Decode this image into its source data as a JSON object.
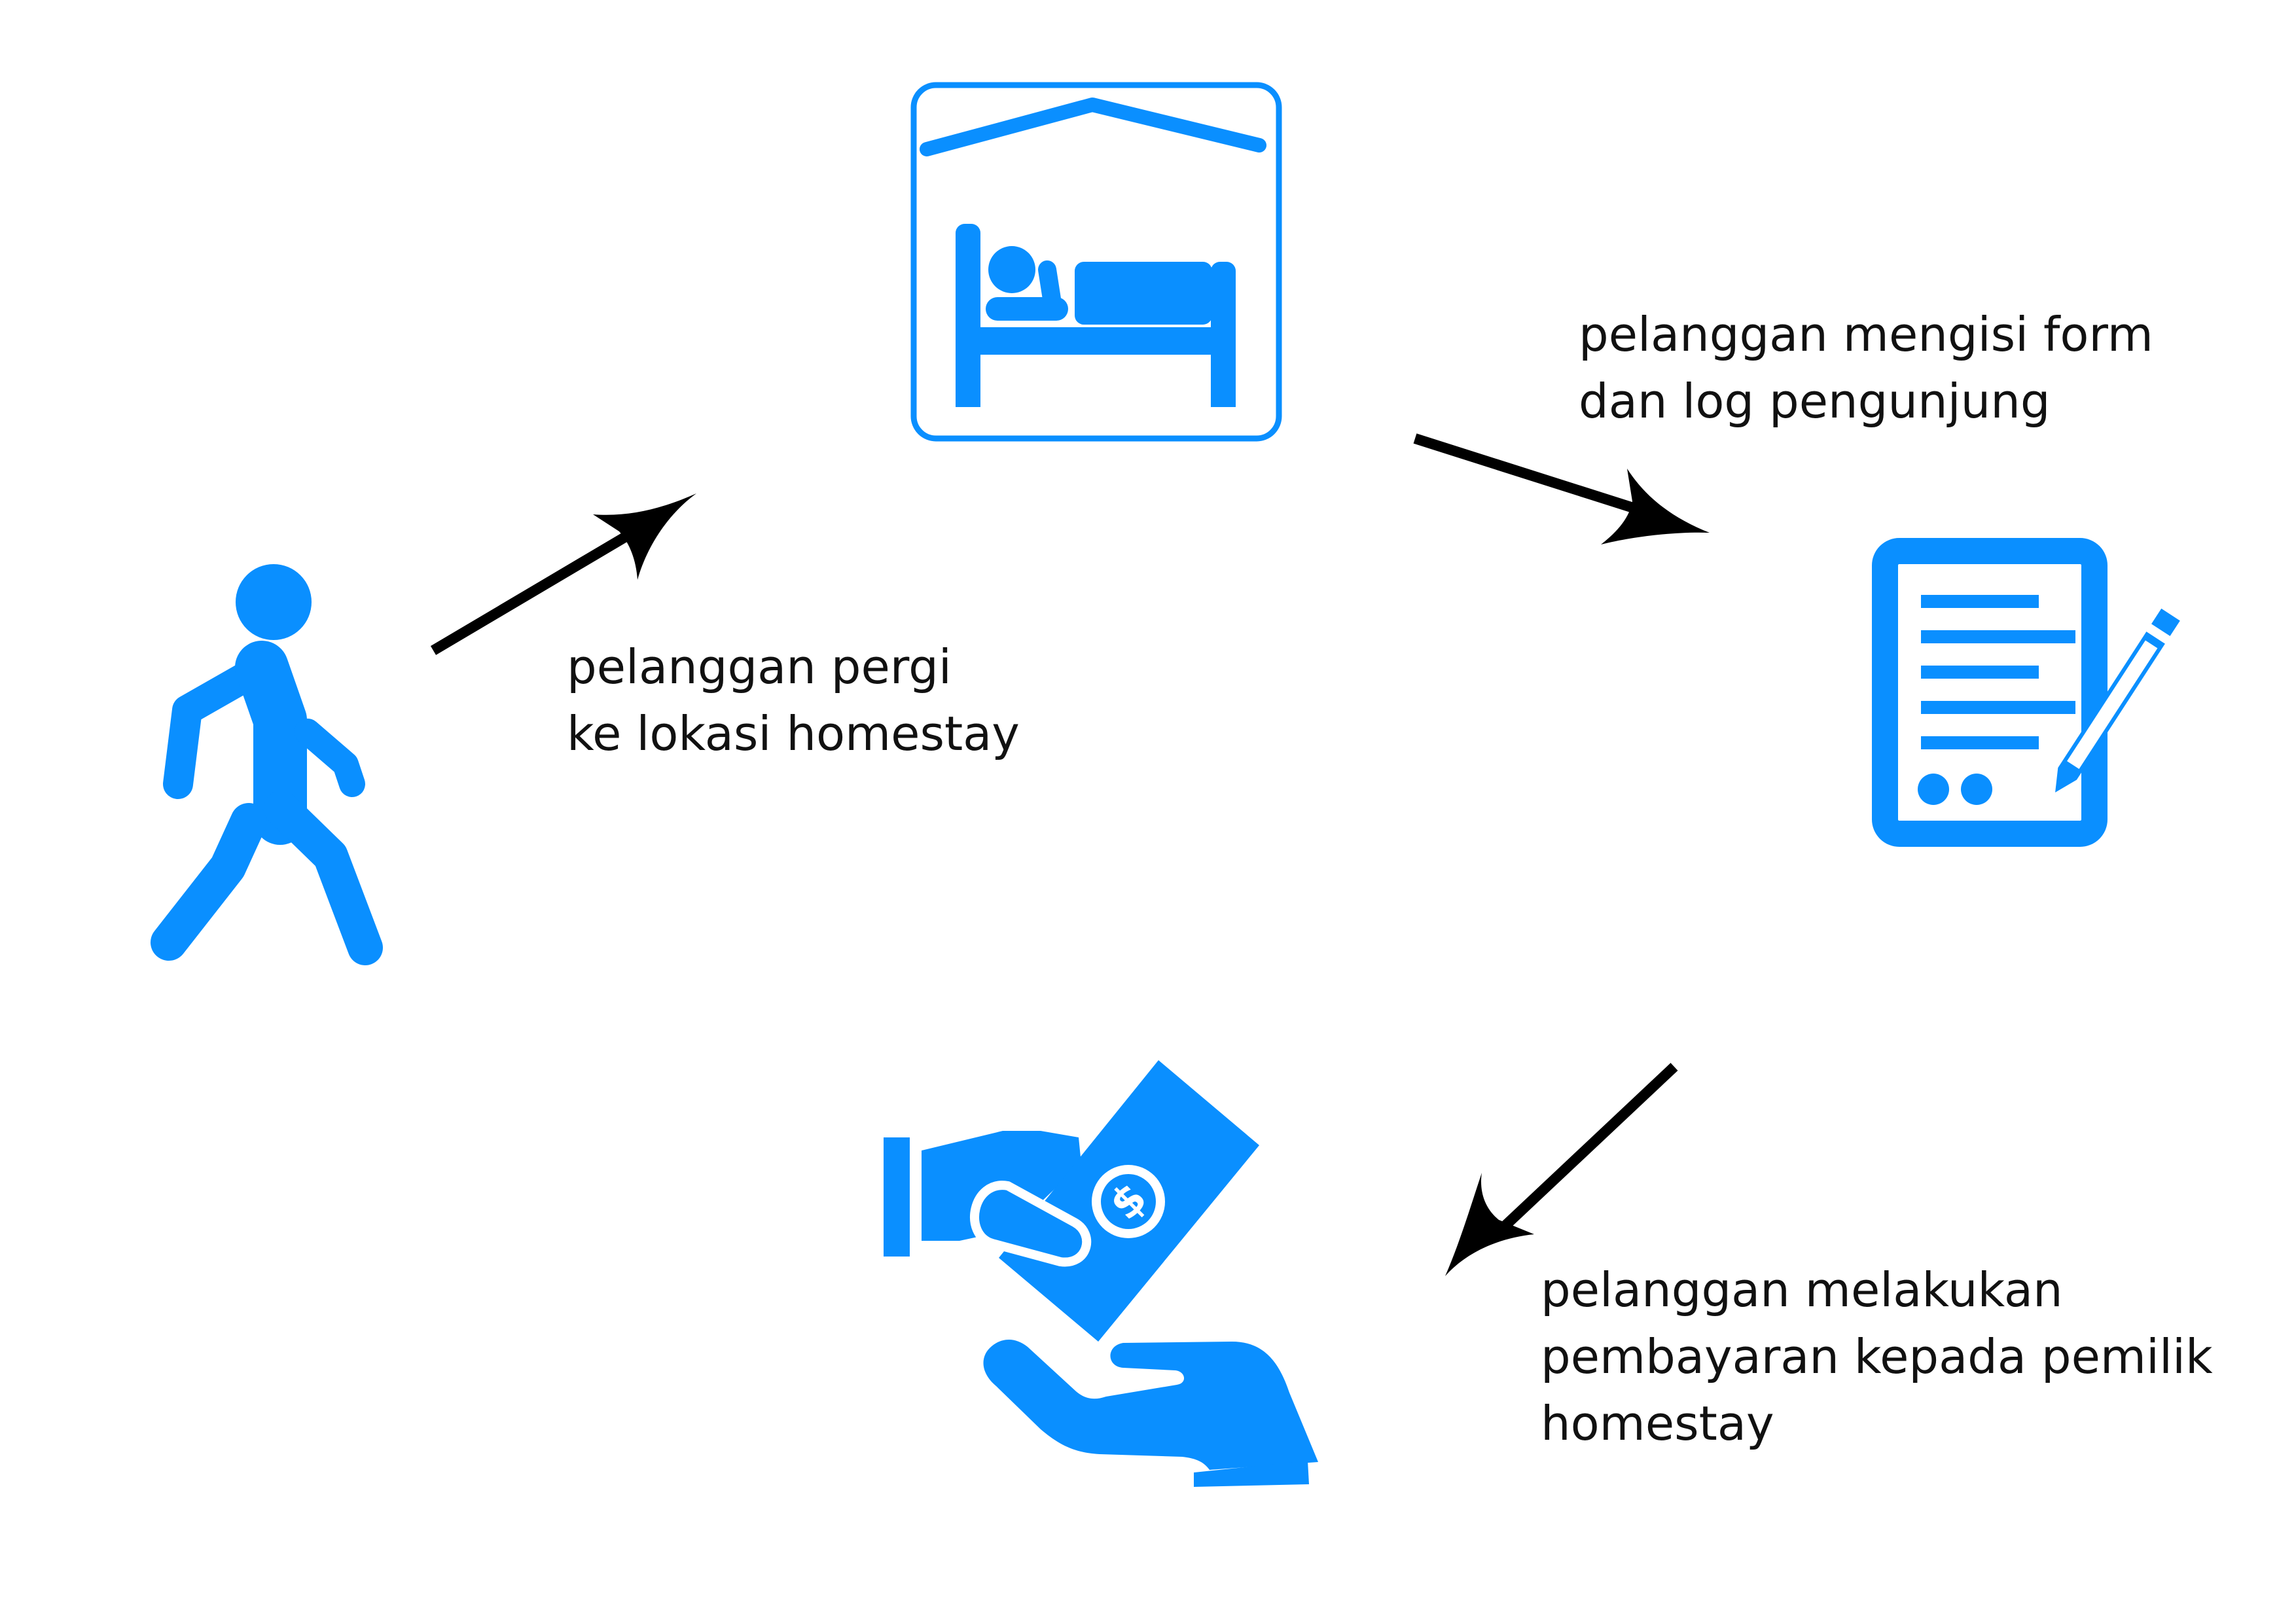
{
  "diagram": {
    "type": "cycle-flow",
    "steps": [
      {
        "id": "walk",
        "icon": "walking-person-icon",
        "label_lines": [
          "pelanggan pergi",
          "ke lokasi homestay"
        ]
      },
      {
        "id": "homestay",
        "icon": "hotel-bed-icon",
        "label_lines": [
          "pelanggan mengisi form",
          "dan log pengunjung"
        ]
      },
      {
        "id": "form",
        "icon": "form-document-pencil-icon",
        "label_lines": [
          "pelanggan melakukan",
          "pembayaran kepada pemilik",
          "homestay"
        ]
      },
      {
        "id": "payment",
        "icon": "money-exchange-icon",
        "label_lines": []
      }
    ],
    "colors": {
      "icon": "#0a8fff",
      "arrow": "#000000",
      "text": "#111111",
      "background": "#ffffff"
    }
  }
}
